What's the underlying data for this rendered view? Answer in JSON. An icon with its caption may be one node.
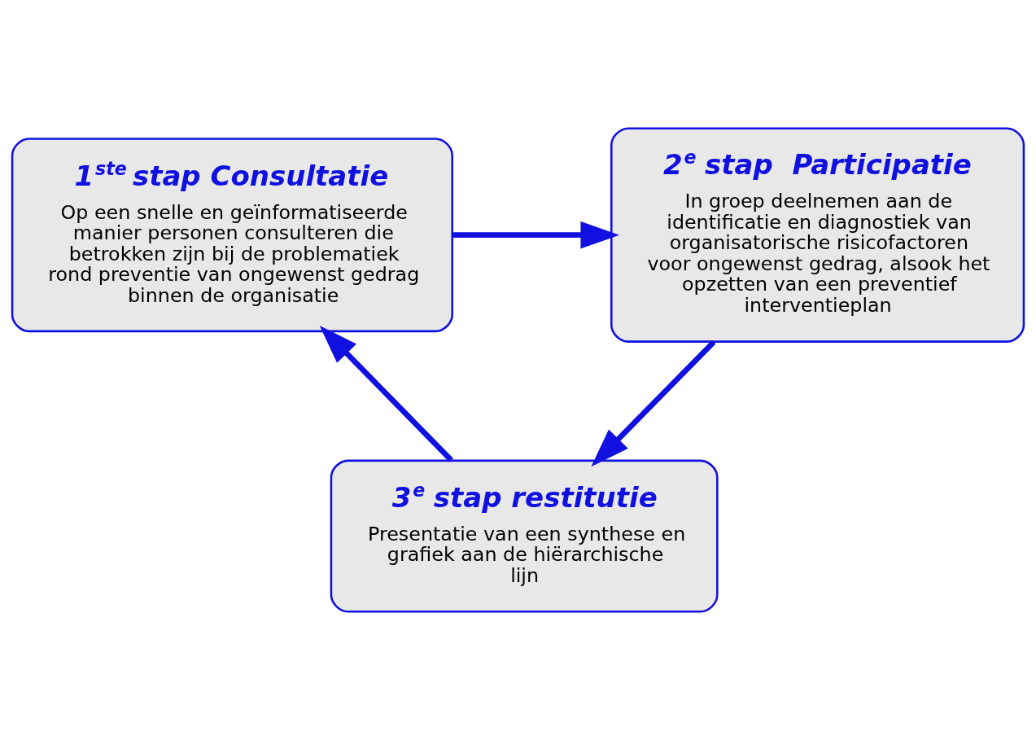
{
  "diagram": {
    "nodes": [
      {
        "text": [
          "1$^{ste}$ stap Consultatie",
          "Op een snelle en geïnformatiseerde manier personen consulteren die betrokken zijn bij de problematiek rond preventie van ongewenst gedrag binnen de organisatie"
        ]
      },
      {
        "text": [
          "2$^{e}$ stap  Participatie",
          "In groep deelnemen aan de identificatie en diagnostiek van organisatorische risicofactoren voor ongewenst gedrag, alsook het opzetten van een preventief interventieplan"
        ]
      },
      {
        "text": [
          "3$^{e}$ stap restitutie",
          "Presentatie van een synthese en grafiek aan de hiërarchische lijn"
        ]
      }
    ],
    "edges": [
      {
        "from": 0,
        "to": 1,
        "arrow": "to"
      },
      {
        "from": 1,
        "to": 2,
        "arrow": "to"
      },
      {
        "from": 2,
        "to": 0,
        "arrow": "to"
      }
    ]
  }
}
